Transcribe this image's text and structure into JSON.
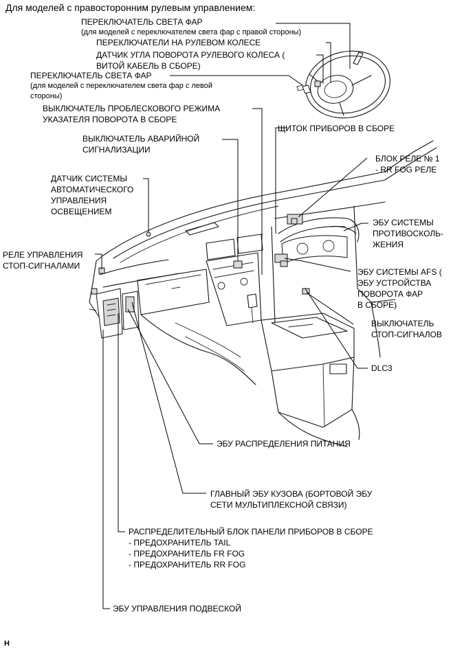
{
  "title": "Для моделей с правосторонним рулевым управлением:",
  "labels": {
    "headlight_switch_right": [
      "ПЕРЕКЛЮЧАТЕЛЬ СВЕТА ФАР",
      "(для моделей с переключателем света фар с правой стороны)"
    ],
    "steering_pad_switches": [
      "ПЕРЕКЛЮЧАТЕЛИ НА РУЛЕВОМ КОЛЕСЕ"
    ],
    "steering_angle_sensor": [
      "ДАТЧИК УГЛА ПОВОРОТА РУЛЕВОГО КОЛЕСА (",
      "ВИТОЙ КАБЕЛЬ В СБОРЕ)"
    ],
    "headlight_switch_left": [
      "ПЕРЕКЛЮЧАТЕЛЬ СВЕТА ФАР",
      "(для моделей с переключателем света фар с левой",
      "стороны)"
    ],
    "turn_signal_flasher_switch": [
      "ВЫКЛЮЧАТЕЛЬ ПРОБЛЕСКОВОГО РЕЖИМА",
      "УКАЗАТЕЛЯ ПОВОРОТА В СБОРЕ"
    ],
    "hazard_switch": [
      "ВЫКЛЮЧАТЕЛЬ АВАРИЙНОЙ",
      "СИГНАЛИЗАЦИИ"
    ],
    "combination_meter": [
      "ЩИТОК ПРИБОРОВ В СБОРЕ"
    ],
    "relay_block": [
      "БЛОК РЕЛЕ № 1",
      "- RR FOG  РЕЛЕ"
    ],
    "auto_light_sensor": [
      "ДАТЧИК СИСТЕМЫ",
      "АВТОМАТИЧЕСКОГО",
      "УПРАВЛЕНИЯ",
      "ОСВЕЩЕНИЕМ"
    ],
    "airbag_ecu": [
      "ЭБУ СИСТЕМЫ",
      "ПРОТИВОСКОЛЬ-",
      "ЖЕНИЯ"
    ],
    "stop_lamp_relay": [
      "РЕЛЕ УПРАВЛЕНИЯ",
      "СТОП-СИГНАЛАМИ"
    ],
    "afs_ecu": [
      "ЭБУ СИСТЕМЫ AFS (",
      "ЭБУ УСТРОЙСТВА",
      "ПОВОРОТА ФАР",
      "В СБОРЕ)"
    ],
    "stop_lamp_switch": [
      "ВЫКЛЮЧАТЕЛЬ",
      "СТОП-СИГНАЛОВ"
    ],
    "dlc3": [
      "DLC3"
    ],
    "power_distribution_ecu": [
      "ЭБУ РАСПРЕДЕЛЕНИЯ ПИТАНИЯ"
    ],
    "main_body_ecu": [
      "ГЛАВНЫЙ ЭБУ КУЗОВА (БОРТОВОЙ ЭБУ",
      "СЕТИ МУЛЬТИПЛЕКСНОЙ СВЯЗИ)"
    ],
    "junction_block": [
      "РАСПРЕДЕЛИТЕЛЬНЫЙ БЛОК ПАНЕЛИ ПРИБОРОВ В СБОРЕ",
      "- ПРЕДОХРАНИТЕЛЬ TAIL",
      "- ПРЕДОХРАНИТЕЛЬ FR FOG",
      "- ПРЕДОХРАНИТЕЛЬ RR FOG"
    ],
    "suspension_ecu": [
      "ЭБУ УПРАВЛЕНИЯ ПОДВЕСКОЙ"
    ]
  },
  "footer_code": "H"
}
